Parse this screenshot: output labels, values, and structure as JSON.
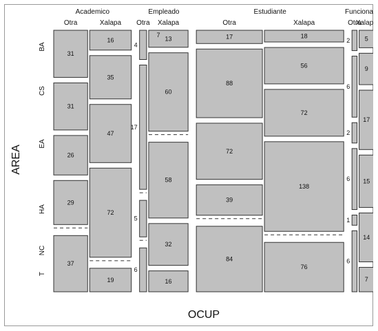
{
  "chart_data": {
    "type": "mosaic",
    "title": "",
    "xlabel": "OCUP",
    "ylabel": "AREA",
    "colors": {
      "tile_fill": "#c0c0c0",
      "tile_stroke": "#333333",
      "zero_line": "#333333",
      "frame": "#999999"
    },
    "occupations": [
      {
        "name": "Academico",
        "sub_labels": [
          "Otra",
          "Xalapa"
        ]
      },
      {
        "name": "Empleado",
        "sub_labels": [
          "Otra",
          "Xalapa"
        ]
      },
      {
        "name": "Estudiante",
        "sub_labels": [
          "Otra",
          "Xalapa"
        ]
      },
      {
        "name": "Funcionario",
        "sub_labels": [
          "Otra",
          "Xalapa"
        ]
      }
    ],
    "areas": [
      "BA",
      "CS",
      "EA",
      "HA",
      "NC",
      "T"
    ],
    "counts": {
      "Academico": {
        "Otra": [
          31,
          31,
          26,
          29,
          0,
          37
        ],
        "Xalapa": [
          16,
          35,
          47,
          72,
          0,
          19
        ]
      },
      "Empleado": {
        "Otra": [
          4,
          17,
          0,
          5,
          0,
          6
        ],
        "Xalapa": [
          13,
          60,
          0,
          58,
          32,
          16
        ]
      },
      "Estudiante": {
        "Otra": [
          17,
          88,
          72,
          39,
          0,
          84
        ],
        "Xalapa": [
          18,
          56,
          72,
          138,
          0,
          76
        ]
      },
      "Funcionario": {
        "Otra": [
          2,
          6,
          2,
          6,
          1,
          6
        ],
        "Xalapa": [
          5,
          9,
          17,
          15,
          14,
          7
        ]
      }
    },
    "cell_labels": {
      "Academico": {
        "Otra": [
          "31",
          "31",
          "26",
          "29",
          "",
          "37"
        ],
        "Xalapa": [
          "16",
          "35",
          "47",
          "72",
          "",
          "19"
        ]
      },
      "Empleado": {
        "Otra": [
          "4",
          "17",
          "",
          "5",
          "",
          "6"
        ],
        "Xalapa": [
          "13",
          "60",
          "",
          "58",
          "32",
          "16"
        ]
      },
      "Estudiante": {
        "Otra": [
          "17",
          "88",
          "72",
          "39",
          "",
          "84"
        ],
        "Xalapa": [
          "18",
          "56",
          "72",
          "138",
          "",
          "76"
        ]
      },
      "Funcionario": {
        "Otra": [
          "2",
          "6",
          "2",
          "6",
          "1",
          "6"
        ],
        "Xalapa": [
          "5",
          "9",
          "17",
          "15",
          "14",
          "7"
        ]
      }
    },
    "extra_labels": [
      {
        "occupation": "Empleado",
        "sub": "Xalapa",
        "area": "BA",
        "text": "7"
      }
    ]
  }
}
